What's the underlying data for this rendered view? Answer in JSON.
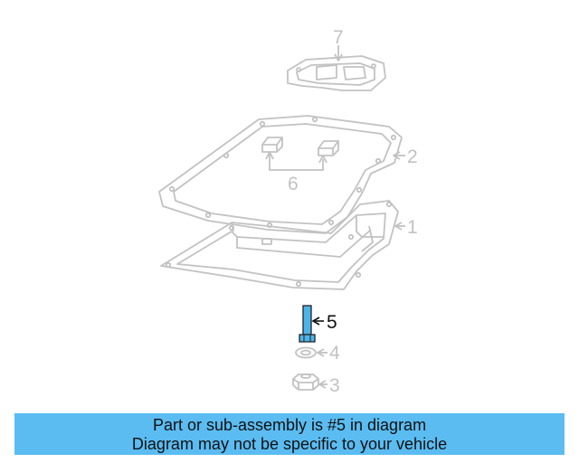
{
  "diagram": {
    "callouts": [
      {
        "id": "7",
        "label": "7"
      },
      {
        "id": "2",
        "label": "2"
      },
      {
        "id": "6",
        "label": "6"
      },
      {
        "id": "1",
        "label": "1"
      },
      {
        "id": "5",
        "label": "5",
        "highlighted": true
      },
      {
        "id": "4",
        "label": "4"
      },
      {
        "id": "3",
        "label": "3"
      }
    ],
    "colors": {
      "line_faded": "#c2c2c2",
      "highlight_part": "#4db4ea",
      "highlight_outline": "#222222",
      "banner_bg": "#5bbcf2"
    }
  },
  "banner": {
    "line1": "Part or sub-assembly is #5 in diagram",
    "line2": "Diagram may not be specific to your vehicle"
  }
}
